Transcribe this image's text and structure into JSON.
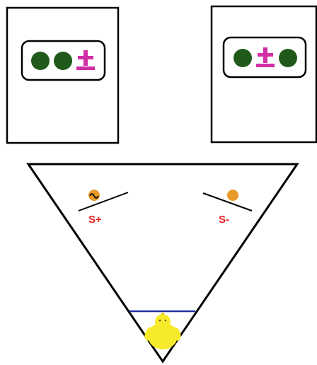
{
  "panels": {
    "left": {
      "symbols": [
        "circle",
        "circle",
        "plus-minus"
      ]
    },
    "right": {
      "symbols": [
        "circle",
        "plus-minus",
        "circle"
      ]
    }
  },
  "arena": {
    "left_label": "S+",
    "right_label": "S-",
    "left_cue_icon": "wave-token-icon",
    "right_cue_icon": "plain-token-icon",
    "chick_icon": "chick-icon"
  },
  "colors": {
    "circle": "#1f5a1a",
    "plus_minus": "#d12fa5",
    "label": "#e0201f",
    "token": "#e89a2a",
    "barrier": "#2330a8",
    "chick": "#f7ea2a"
  }
}
